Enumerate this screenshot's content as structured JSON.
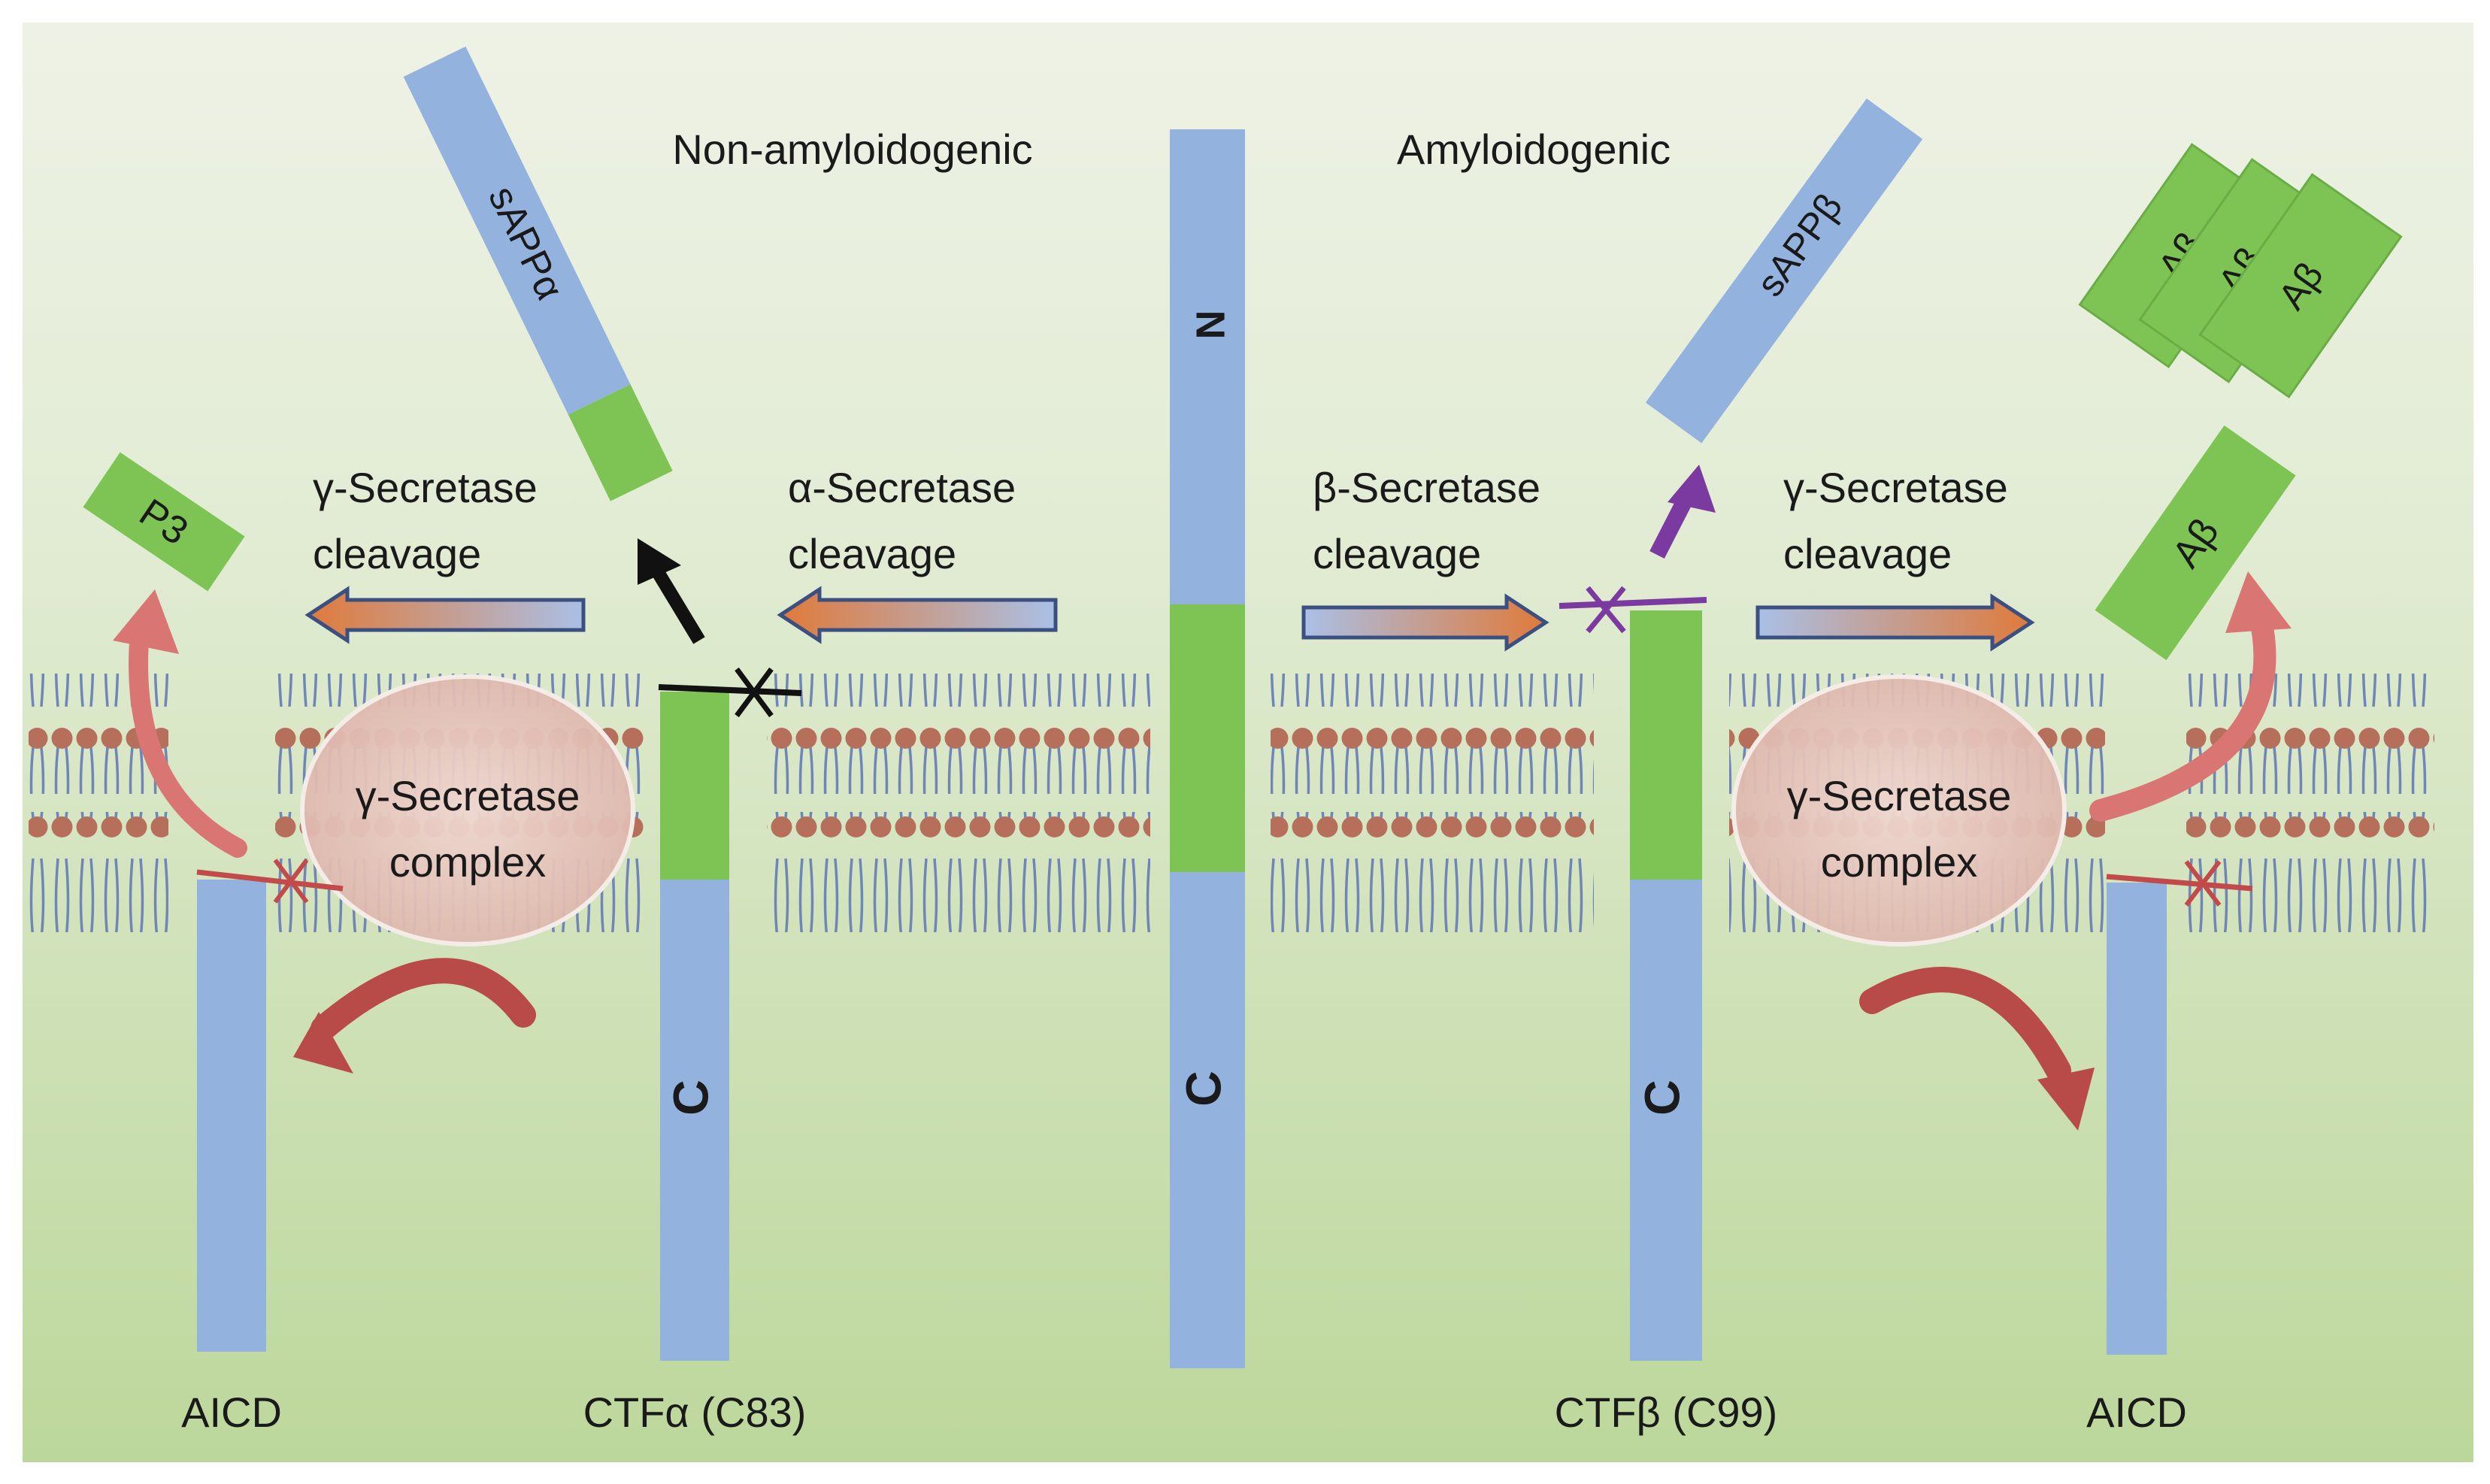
{
  "headings": {
    "non_amyloidogenic": "Non-amyloidogenic",
    "amyloidogenic": "Amyloidogenic"
  },
  "enzymes": {
    "gamma_secretase": "γ-Secretase",
    "alpha_secretase": "α-Secretase",
    "beta_secretase": "β-Secretase",
    "cleavage": "cleavage",
    "complex": "complex"
  },
  "fragments": {
    "sappa": "sAPPα",
    "sappb": "sAPPβ",
    "p3": "P3",
    "abeta": "Aβ",
    "n_terminus": "N",
    "c_terminus": "C"
  },
  "bottom_labels": {
    "aicd_left": "AICD",
    "ctfa": "CTFα (C83)",
    "ctfb": "CTFβ (C99)",
    "aicd_right": "AICD"
  },
  "colors": {
    "background_top": "#eef2e6",
    "background_bottom": "#bcd79b",
    "protein_blue": "#93b3de",
    "amyloid_green": "#7dc454",
    "lipid_head": "#b66f5a",
    "lipid_tail": "#6f86b6",
    "complex_fill": "#e9cbc3",
    "cut_mark_red": "#c24a4a",
    "cut_mark_purple": "#7b3aa0",
    "curved_arrow": "#b84a47",
    "release_arrow_pink": "#d97674"
  }
}
